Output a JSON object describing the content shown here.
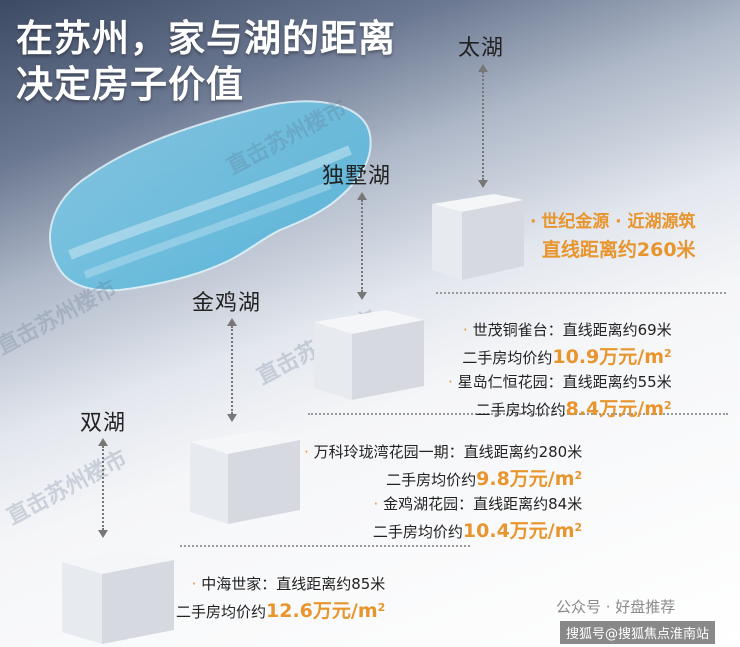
{
  "title": {
    "line1": "在苏州，家与湖的距离",
    "line2": "决定房子价值"
  },
  "lakes": {
    "taihu": "太湖",
    "dushuhu": "独墅湖",
    "jinjihu": "金鸡湖",
    "shuanghu": "双湖"
  },
  "dushu_info": {
    "bullet": "·",
    "name": "世纪金源 · 近湖源筑",
    "distance": "直线距离约260米"
  },
  "jinji_info": {
    "bullet1": "·",
    "row1": "世茂铜雀台：直线距离约69米",
    "row2_prefix": "二手房均价约",
    "row2_price": "10.9万元/m",
    "bullet2": "·",
    "row3": "星岛仁恒花园：直线距离约55米",
    "row4_prefix": "二手房均价约",
    "row4_price": "8.4万元/m"
  },
  "shuanghu_info": {
    "bullet1": "·",
    "row1": "万科玲珑湾花园一期：直线距离约280米",
    "row2_prefix": "二手房均价约",
    "row2_price": "9.8万元/m",
    "bullet2": "·",
    "row3": "金鸡湖花园：直线距离约84米",
    "row4_prefix": "二手房均价约",
    "row4_price": "10.4万元/m"
  },
  "bottom_info": {
    "bullet": "·",
    "row1": "中海世家：直线距离约85米",
    "row2_prefix": "二手房均价约",
    "row2_price": "12.6万元/m"
  },
  "unit_sup": "2",
  "watermark": "直击苏州楼市",
  "footer": {
    "account": "公众号 · 好盘推荐",
    "source": "搜狐号@搜狐焦点淮南站"
  },
  "colors": {
    "accent": "#e8952e",
    "lake": "#6ec6e6"
  }
}
